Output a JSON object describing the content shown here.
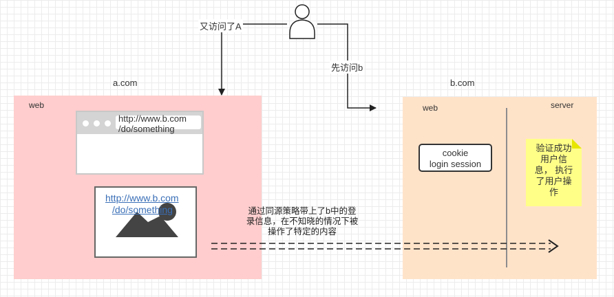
{
  "actor": {
    "label_visit_a": "又访问了A",
    "label_visit_b": "先访问b"
  },
  "site_a": {
    "domain": "a.com",
    "zone_label": "web",
    "browser": {
      "url_line1": "http://www.b.com",
      "url_line2": "/do/something"
    },
    "image_link": {
      "line1": "http://www.b.com",
      "line2": "/do/something"
    }
  },
  "site_b": {
    "domain": "b.com",
    "web_label": "web",
    "server_label": "server",
    "cookie": {
      "line1": "cookie",
      "line2": "login session"
    },
    "note": {
      "lines": [
        "验证成功",
        "用户信",
        "息， 执行",
        "了用户操",
        "作"
      ]
    }
  },
  "attack_description": {
    "lines": [
      "通过同源策略带上了b中的登",
      "录信息，在不知晓的情况下被",
      "操作了特定的内容"
    ]
  },
  "colors": {
    "zone_a": "#ffcdcd",
    "zone_b": "#ffe3c9",
    "note": "#ffff88",
    "link": "#3a6fb7"
  }
}
